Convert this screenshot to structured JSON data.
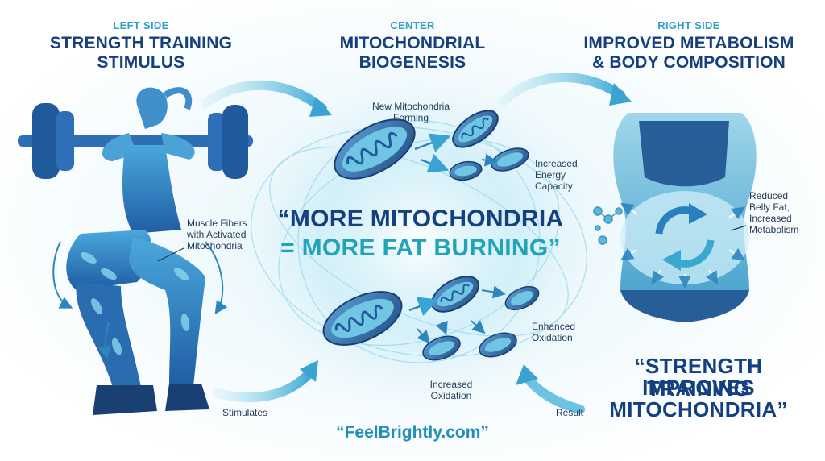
{
  "left": {
    "kicker": "LEFT SIDE",
    "title_line1": "STRENGTH TRAINING",
    "title_line2": "STIMULUS",
    "muscle_label_1": "Muscle Fibers",
    "muscle_label_2": "with Activated",
    "muscle_label_3": "Mitochondria",
    "stimulates": "Stimulates"
  },
  "center": {
    "kicker": "CENTER",
    "title_line1": "MITOCHONDRIAL",
    "title_line2": "BIOGENESIS",
    "forming_1": "New Mitochondria",
    "forming_2": "Forming",
    "energy_1": "Increased",
    "energy_2": "Energy",
    "energy_3": "Capacity",
    "quote_line1": "“MORE MITOCHONDRIA",
    "quote_line2": "= MORE FAT BURNING”",
    "enhanced_1": "Enhanced",
    "enhanced_2": "Oxidation",
    "increased_1": "Increased",
    "increased_2": "Oxidation",
    "url": "“FeelBrightly.com”"
  },
  "right": {
    "kicker": "RIGHT SIDE",
    "title_line1": "IMPROVED METABOLISM",
    "title_line2": "& BODY COMPOSITION",
    "reduced_1": "Reduced",
    "reduced_2": "Belly Fat,",
    "reduced_3": "Increased",
    "reduced_4": "Metabolism",
    "quote_line1": "“STRENGTH TRAINING",
    "quote_line2": "IMPROVES",
    "quote_line3": "MITOCHONDRIA”",
    "result": "Result"
  },
  "colors": {
    "navy": "#143f80",
    "teal": "#21a3b8",
    "sky": "#2ea1c8",
    "mito_dark": "#2d5f93",
    "mito_light": "#7fd0e6"
  },
  "icons": [
    "barbell-icon",
    "mitochondrion-icon",
    "cycle-arrows-icon",
    "molecule-icon",
    "flow-arrow-icon"
  ]
}
